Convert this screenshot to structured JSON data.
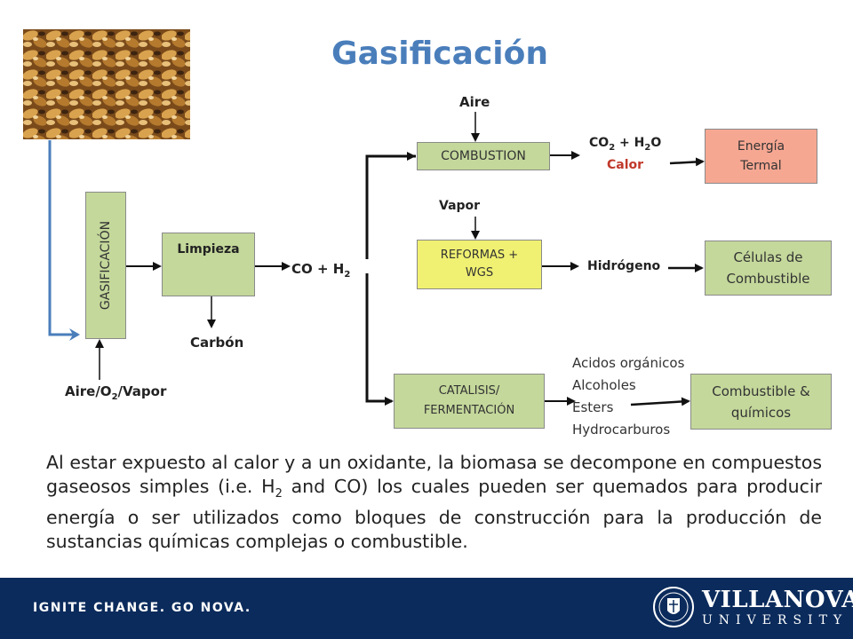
{
  "title": "Gasificación",
  "diagram": {
    "gasificacion": "GASIFICACIÓN",
    "limpieza": "Limpieza",
    "carbon": "Carbón",
    "co_h2": "CO + H",
    "co_h2_sub": "2",
    "aire_o2": "Aire/O",
    "aire_o2_sub": "2",
    "aire_o2_rest": "/Vapor",
    "aire": "Aire",
    "combustion": "COMBUSTION",
    "co2_a": "CO",
    "co2_sub": "2",
    "co2_b": " + H",
    "h2o_sub": "2",
    "co2_c": "O",
    "calor": "Calor",
    "energia_termal": "Energía Termal",
    "vapor": "Vapor",
    "reformas": "REFORMAS + WGS",
    "hidrogeno": "Hidrógeno",
    "celulas": "Células de Combustible",
    "catalisis": "CATALISIS/ FERMENTACIÓN",
    "products": [
      "Acidos orgánicos",
      "Alcoholes",
      "Esters",
      "Hydrocarburos"
    ],
    "combustible_quimicos": "Combustible  & químicos"
  },
  "paragraph": {
    "p1": "Al estar expuesto al calor y a un oxidante, la  biomasa se decompone en compuestos gaseosos simples (i.e. H",
    "sub": "2",
    "p2": " and CO) los cuales pueden ser quemados para producir energía o ser utilizados como bloques de construcción para la producción de sustancias químicas complejas o combustible."
  },
  "footer": {
    "tagline": "IGNITE CHANGE. GO NOVA.",
    "brand_top": "VILLANOVA",
    "brand_bottom": "UNIVERSITY"
  },
  "colors": {
    "title": "#4a7ebb",
    "green_box": "#c4d89b",
    "yellow_box": "#f0f072",
    "salmon_box": "#f6a792",
    "footer": "#0b2b5c",
    "calor_red": "#c0392b",
    "blue_arrow": "#4a7ebb"
  }
}
